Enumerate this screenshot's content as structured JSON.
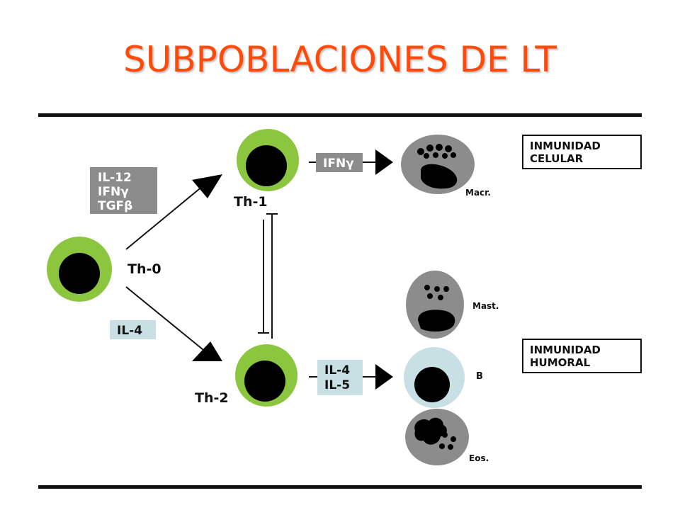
{
  "title": "SUBPOBLACIONES DE LT",
  "colors": {
    "title": "#ff4a0a",
    "membrane_green": "#8cc63f",
    "cell_gray": "#8c8c8c",
    "b_cell": "#c8dfe3",
    "cytokine_box_gray": "#8c8c8c",
    "cytokine_box_light": "#c8dfe3"
  },
  "cells": {
    "th0": "Th-0",
    "th1": "Th-1",
    "th2": "Th-2",
    "macr": "Macr.",
    "mast": "Mast.",
    "b": "B",
    "eos": "Eos."
  },
  "cytokines": {
    "th1_inducers": [
      "IL-12",
      "IFNγ",
      "TGFβ"
    ],
    "th2_inducers": [
      "IL-4"
    ],
    "th1_product": [
      "IFNγ"
    ],
    "th2_products": [
      "IL-4",
      "IL-5"
    ]
  },
  "outcomes": {
    "cellular": [
      "INMUNIDAD",
      "CELULAR"
    ],
    "humoral": [
      "INMUNIDAD",
      "HUMORAL"
    ]
  }
}
